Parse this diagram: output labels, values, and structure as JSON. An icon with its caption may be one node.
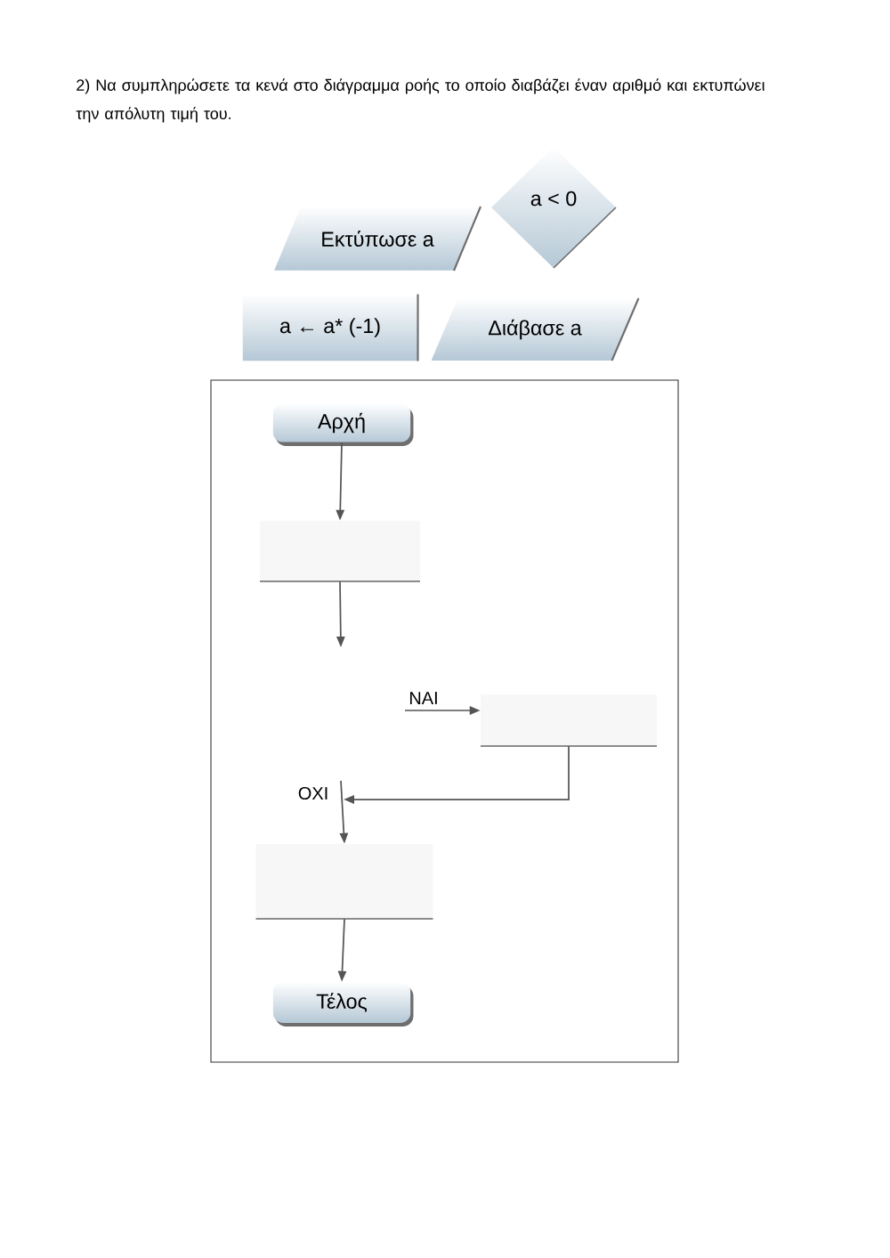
{
  "diagram": {
    "title": "2) Να συμπληρώσετε τα κενά στο διάγραμμα ροής το οποίο διαβάζει έναν αριθμό και εκτυπώνει την απόλυτη τιμή του.",
    "nodes": [
      {
        "text": [
          "Εκτύπωσε a"
        ]
      },
      {
        "text": [
          "a < 0"
        ]
      },
      {
        "text": [
          "a ← a* (-1)"
        ]
      },
      {
        "text": [
          "Διάβασε a"
        ]
      },
      {
        "text": [],
        "shape": "box"
      },
      {
        "text": [
          "Αρχή"
        ],
        "in": 4
      },
      {
        "text": [],
        "shape": "bar",
        "in": 4
      },
      {
        "text": [],
        "shape": "bar",
        "in": 4
      },
      {
        "text": [],
        "shape": "bar",
        "in": 4
      },
      {
        "text": [
          "Τέλος"
        ],
        "in": 4
      }
    ],
    "edges": [
      {
        "from": 5,
        "to": 6,
        "arrow": "to"
      },
      {
        "from": 6,
        "to": null,
        "arrow": "to"
      },
      {
        "from": null,
        "to": 7,
        "arrow": "to",
        "label": "NAI"
      },
      {
        "from": 7,
        "to": null,
        "arrow": "to"
      },
      {
        "from": null,
        "to": 8,
        "arrow": "to",
        "label": "OXI"
      },
      {
        "from": 8,
        "to": 9,
        "arrow": "to"
      }
    ]
  }
}
